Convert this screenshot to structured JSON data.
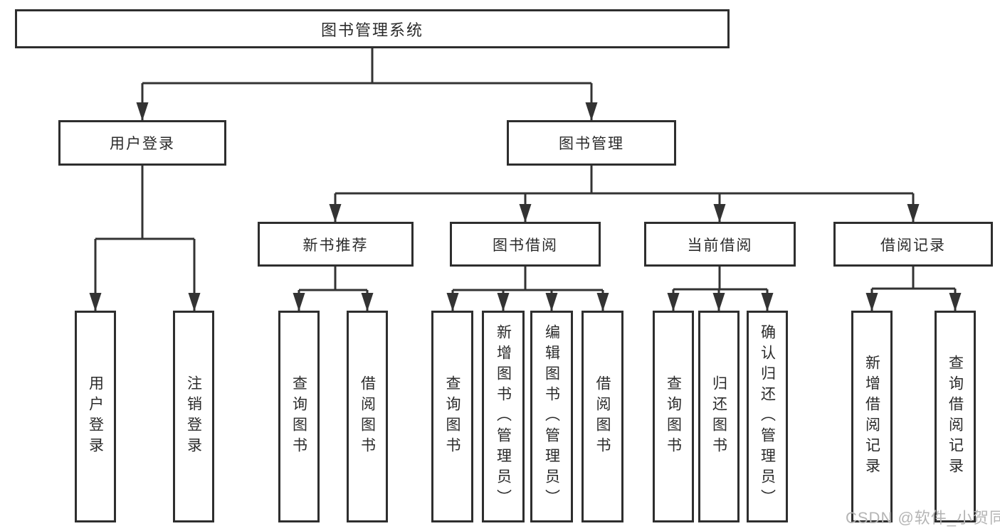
{
  "diagram": {
    "root": {
      "label": "图书管理系统"
    },
    "level2": [
      {
        "id": "user-login",
        "label": "用户登录"
      },
      {
        "id": "book-management",
        "label": "图书管理"
      }
    ],
    "level3": [
      {
        "id": "new-book-recommend",
        "label": "新书推荐"
      },
      {
        "id": "book-borrow",
        "label": "图书借阅"
      },
      {
        "id": "current-borrow",
        "label": "当前借阅"
      },
      {
        "id": "borrow-records",
        "label": "借阅记录"
      }
    ],
    "leaves": {
      "user_login": [
        {
          "label": "用户登录"
        },
        {
          "label": "注销登录"
        }
      ],
      "new_book_recommend": [
        {
          "label": "查询图书"
        },
        {
          "label": "借阅图书"
        }
      ],
      "book_borrow": [
        {
          "label": "查询图书"
        },
        {
          "label": "新增图书（管理员）"
        },
        {
          "label": "编辑图书（管理员）"
        },
        {
          "label": "借阅图书"
        }
      ],
      "current_borrow": [
        {
          "label": "查询图书"
        },
        {
          "label": "归还图书"
        },
        {
          "label": "确认归还（管理员）"
        }
      ],
      "borrow_records": [
        {
          "label": "新增借阅记录"
        },
        {
          "label": "查询借阅记录"
        }
      ]
    }
  },
  "watermark": {
    "text": "CSDN @软件_小贺同学"
  },
  "colors": {
    "line": "#333333",
    "box_border": "#2e2e2e",
    "text": "#2b2b2b",
    "watermark": "#b5b5b5",
    "background": "#ffffff"
  }
}
